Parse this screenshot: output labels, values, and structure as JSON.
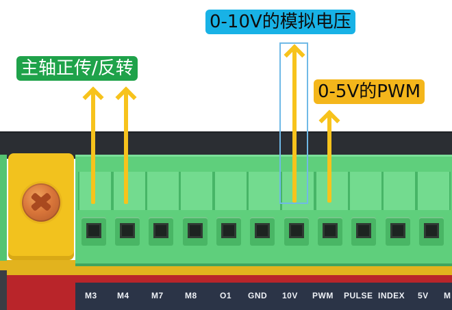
{
  "callouts": {
    "spindle": "主轴正传/反转",
    "voltage": "0-10V的模拟电压",
    "pwm": "0-5V的PWM"
  },
  "pins": [
    "M3",
    "M4",
    "M7",
    "M8",
    "O1",
    "GND",
    "10V",
    "PWM",
    "PULSE",
    "INDEX",
    "5V",
    "M"
  ],
  "colors": {
    "terminal_green": "#5fcf7c",
    "spindle_callout": "#1fa24a",
    "voltage_callout": "#18b2e6",
    "pwm_callout": "#f4b61b",
    "arrow": "#f7c31c"
  },
  "icons": [
    "screw-icon",
    "arrow-up-icon"
  ]
}
